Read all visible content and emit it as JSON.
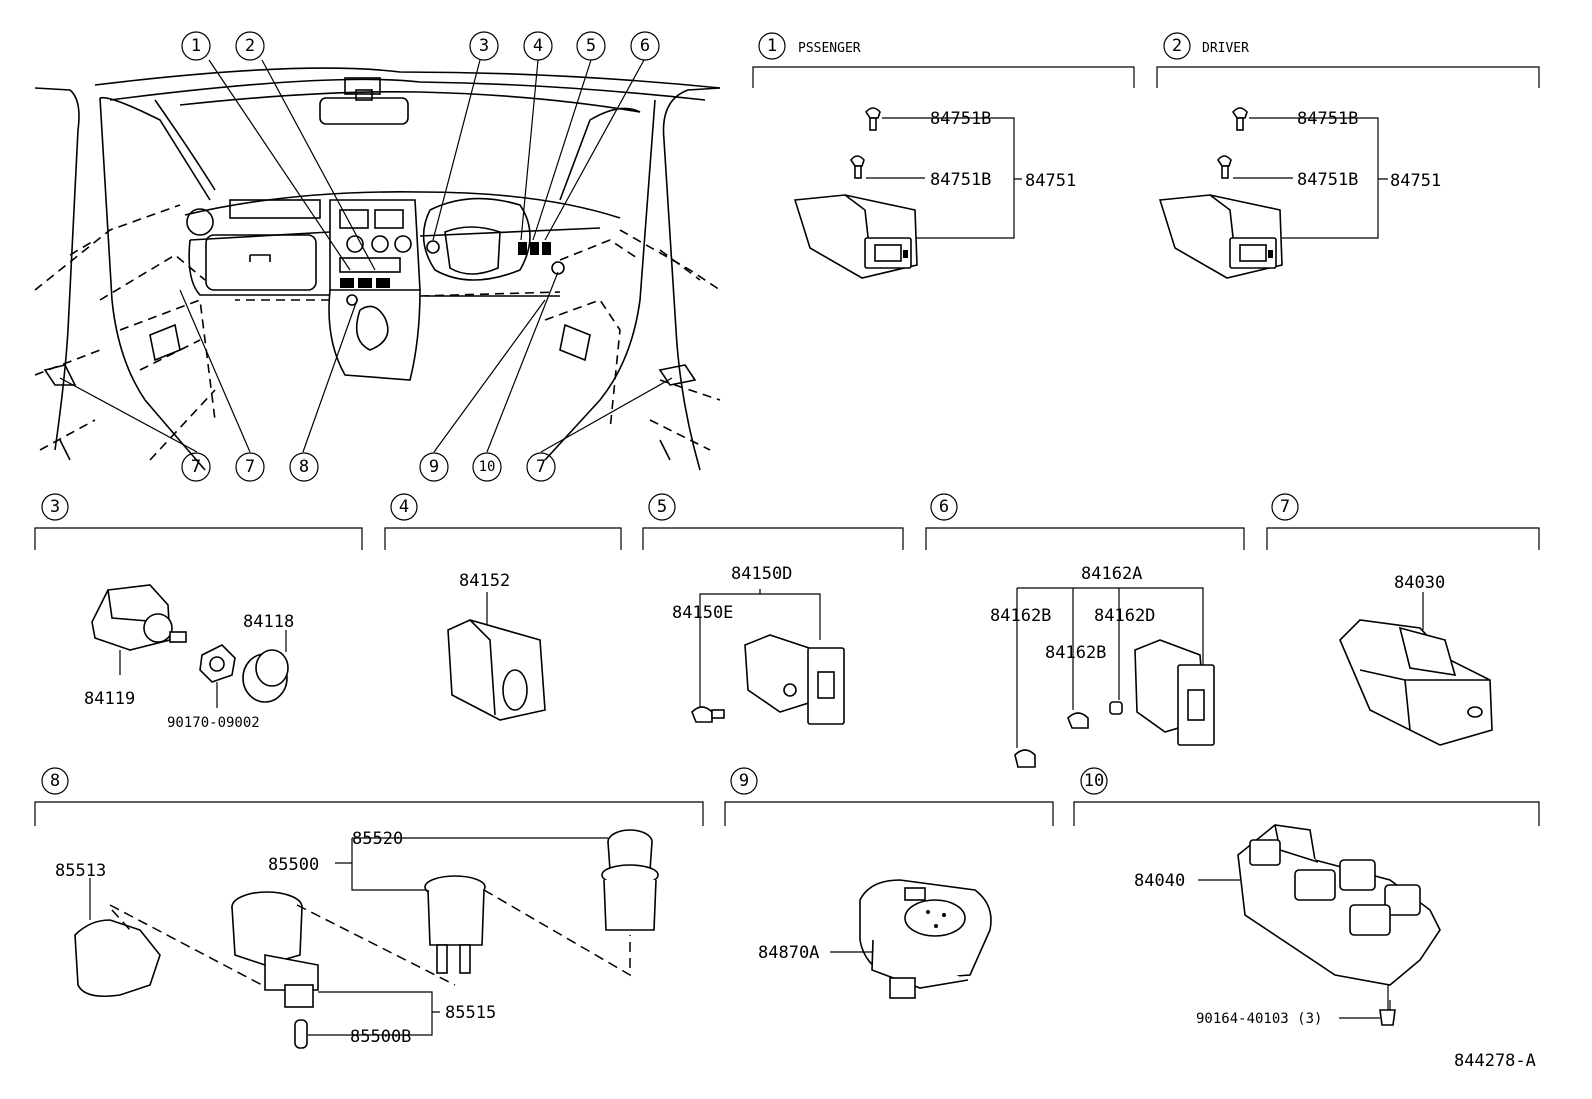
{
  "overview_callouts": [
    "1",
    "2",
    "3",
    "4",
    "5",
    "6",
    "7",
    "7",
    "8",
    "9",
    "10",
    "7"
  ],
  "sections": {
    "s1": {
      "number": "1",
      "title": "PSSENGER",
      "parts": [
        "84751B",
        "84751B",
        "84751"
      ]
    },
    "s2": {
      "number": "2",
      "title": "DRIVER",
      "parts": [
        "84751B",
        "84751B",
        "84751"
      ]
    },
    "s3": {
      "number": "3",
      "parts": [
        "84118",
        "84119",
        "90170-09002"
      ]
    },
    "s4": {
      "number": "4",
      "parts": [
        "84152"
      ]
    },
    "s5": {
      "number": "5",
      "parts": [
        "84150D",
        "84150E"
      ]
    },
    "s6": {
      "number": "6",
      "parts": [
        "84162A",
        "84162B",
        "84162D",
        "84162B"
      ]
    },
    "s7": {
      "number": "7",
      "parts": [
        "84030"
      ]
    },
    "s8": {
      "number": "8",
      "parts": [
        "85520",
        "85500",
        "85513",
        "85515",
        "85500B"
      ]
    },
    "s9": {
      "number": "9",
      "parts": [
        "84870A"
      ]
    },
    "s10": {
      "number": "10",
      "parts": [
        "84040",
        "90164-40103 (3)"
      ]
    }
  },
  "diagram_id": "844278-A"
}
